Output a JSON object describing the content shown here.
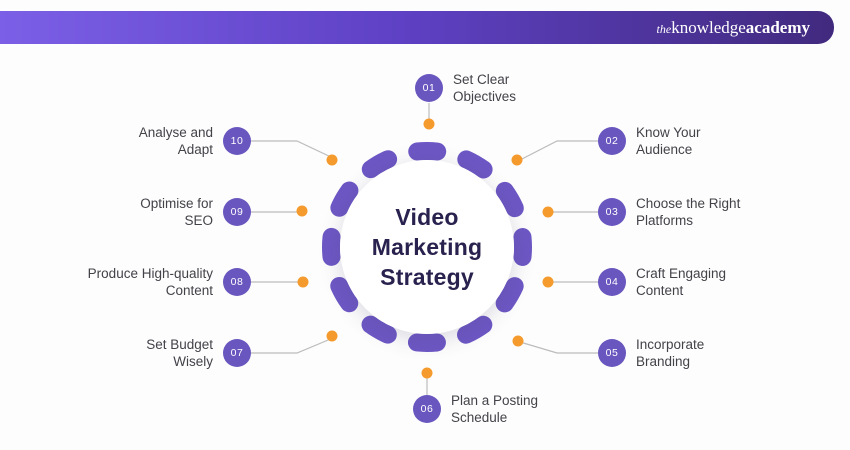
{
  "brand": {
    "the": "the",
    "knowledge": "knowledge",
    "academy": "academy"
  },
  "center": {
    "title": "Video\nMarketing\nStrategy"
  },
  "items": [
    {
      "num": "01",
      "label": "Set Clear\nObjectives"
    },
    {
      "num": "02",
      "label": "Know Your\nAudience"
    },
    {
      "num": "03",
      "label": "Choose the Right\nPlatforms"
    },
    {
      "num": "04",
      "label": "Craft Engaging\nContent"
    },
    {
      "num": "05",
      "label": "Incorporate\nBranding"
    },
    {
      "num": "06",
      "label": "Plan a Posting\nSchedule"
    },
    {
      "num": "07",
      "label": "Set Budget\nWisely"
    },
    {
      "num": "08",
      "label": "Produce High-quality\nContent"
    },
    {
      "num": "09",
      "label": "Optimise for\nSEO"
    },
    {
      "num": "10",
      "label": "Analyse and\nAdapt"
    }
  ],
  "colors": {
    "ring_purple": "#6d57c4",
    "badge_purple": "#6956be",
    "dot_orange": "#f59b2d",
    "connector_gray": "#bcbcbc",
    "title_navy": "#29224e",
    "banner_gradient_start": "#7b5fe6",
    "banner_gradient_end": "#412a7e"
  }
}
